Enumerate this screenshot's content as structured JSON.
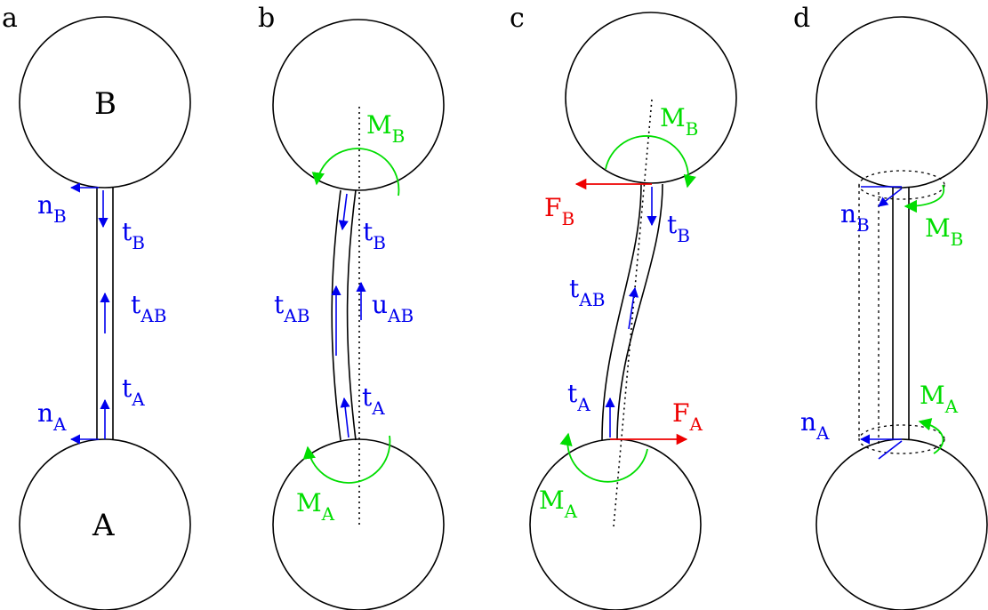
{
  "colors": {
    "blue": "#0000ee",
    "red": "#ee0000",
    "green": "#00dd00",
    "black": "#000000"
  },
  "panels": {
    "a": {
      "label": "a",
      "sphere_top": "B",
      "sphere_bottom": "A",
      "nB": {
        "main": "n",
        "sub": "B"
      },
      "tB": {
        "main": "t",
        "sub": "B"
      },
      "tAB": {
        "main": "t",
        "sub": "AB"
      },
      "tA": {
        "main": "t",
        "sub": "A"
      },
      "nA": {
        "main": "n",
        "sub": "A"
      }
    },
    "b": {
      "label": "b",
      "MB": {
        "main": "M",
        "sub": "B"
      },
      "tB": {
        "main": "t",
        "sub": "B"
      },
      "tAB": {
        "main": "t",
        "sub": "AB"
      },
      "uAB": {
        "main": "u",
        "sub": "AB"
      },
      "tA": {
        "main": "t",
        "sub": "A"
      },
      "MA": {
        "main": "M",
        "sub": "A"
      }
    },
    "c": {
      "label": "c",
      "MB": {
        "main": "M",
        "sub": "B"
      },
      "FB": {
        "main": "F",
        "sub": "B"
      },
      "tB": {
        "main": "t",
        "sub": "B"
      },
      "tAB": {
        "main": "t",
        "sub": "AB"
      },
      "tA": {
        "main": "t",
        "sub": "A"
      },
      "FA": {
        "main": "F",
        "sub": "A"
      },
      "MA": {
        "main": "M",
        "sub": "A"
      }
    },
    "d": {
      "label": "d",
      "nB": {
        "main": "n",
        "sub": "B"
      },
      "MB": {
        "main": "M",
        "sub": "B"
      },
      "MA": {
        "main": "M",
        "sub": "A"
      },
      "nA": {
        "main": "n",
        "sub": "A"
      }
    }
  }
}
